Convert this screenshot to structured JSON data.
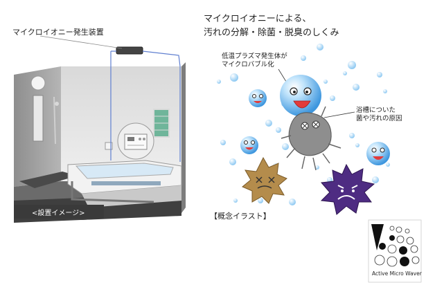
{
  "device_label": "マイクロイオニー発生装置",
  "title": {
    "line1": "マイクロイオニーによる、",
    "line2": "汚れの分解・除菌・脱臭のしくみ"
  },
  "callouts": {
    "plasma_line1": "低温プラズマ発生体が",
    "plasma_line2": "マイクロバブル化",
    "bath_line1": "浴槽についた",
    "bath_line2": "菌や汚れの原因"
  },
  "captions": {
    "install": "<設置イメージ>",
    "concept": "【概念イラスト】"
  },
  "brand": {
    "text": "Active Micro Waver"
  },
  "colors": {
    "bubble_blue": "#5aaee8",
    "germ_brown": "#b08a4a",
    "germ_purple": "#4b2a7a",
    "germ_gray": "#8a8a8a",
    "wall_gray": "#9a9a9a",
    "floor_dark": "#5a5a5a"
  }
}
